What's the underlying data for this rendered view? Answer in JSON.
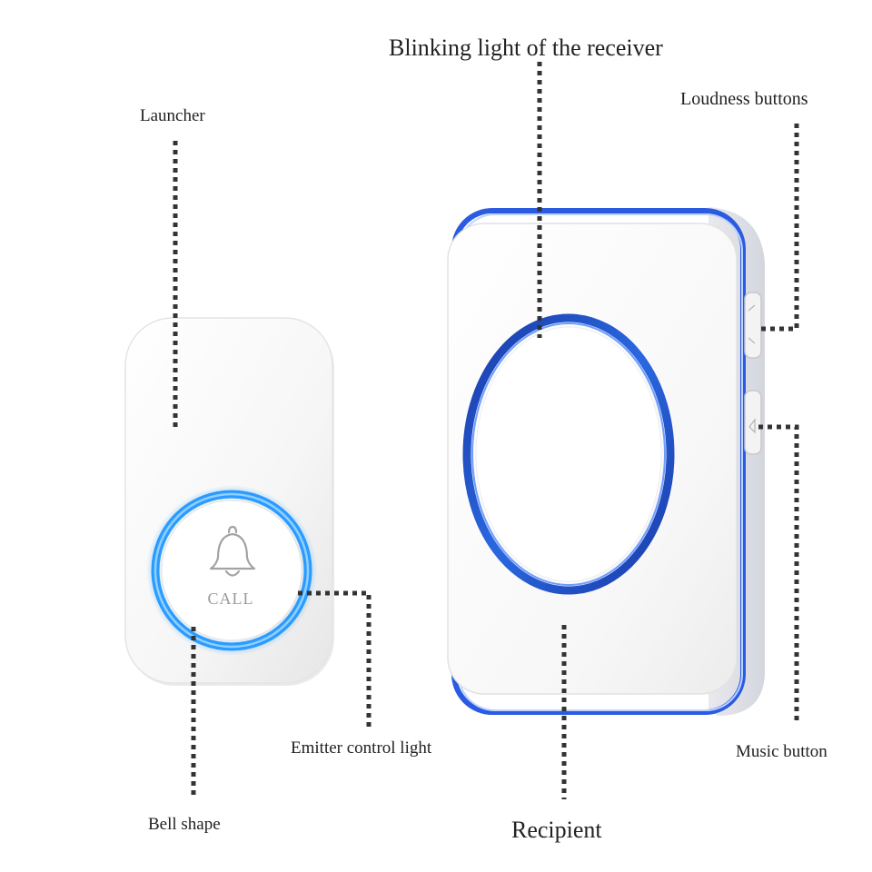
{
  "labels": {
    "launcher": "Launcher",
    "blinking_light": "Blinking light of the receiver",
    "loudness_buttons": "Loudness buttons",
    "emitter_control_light": "Emitter control light",
    "music_button": "Music button",
    "bell_shape": "Bell shape",
    "recipient": "Recipient"
  },
  "transmitter": {
    "button_text": "CALL",
    "icon": "bell-icon"
  },
  "colors": {
    "ring_blue": "#1e8fff",
    "ring_dark_blue": "#1c3fae",
    "leader_line": "#333333",
    "body_white": "#ffffff"
  }
}
